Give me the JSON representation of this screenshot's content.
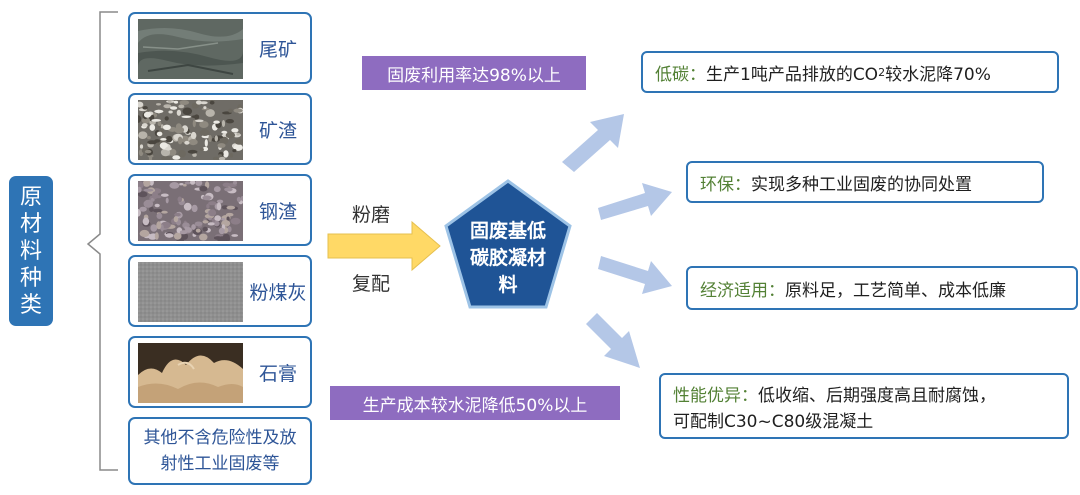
{
  "left_label": "原材料种类",
  "materials": [
    {
      "name": "尾矿",
      "photo": "tailings-photo"
    },
    {
      "name": "矿渣",
      "photo": "slag-photo"
    },
    {
      "name": "钢渣",
      "photo": "steel-slag-photo"
    },
    {
      "name": "粉煤灰",
      "photo": "fly-ash-photo"
    },
    {
      "name": "石膏",
      "photo": "gypsum-photo"
    }
  ],
  "other_materials": "其他不含危险性及放射性工业固废等",
  "process": {
    "top": "粉磨",
    "bottom": "复配"
  },
  "highlights": {
    "utilization": "固废利用率达98%以上",
    "cost": "生产成本较水泥降低50%以上"
  },
  "center": "固废基低碳胶凝材料",
  "results": {
    "low_carbon": {
      "key": "低碳：",
      "text_before": "生产1吨产品排放的CO",
      "sub": "2",
      "text_after": "较水泥降70%"
    },
    "eco": {
      "key": "环保：",
      "text": "实现多种工业固废的协同处置"
    },
    "economic": {
      "key": "经济适用：",
      "text": "原料足，工艺简单、成本低廉"
    },
    "performance": {
      "key": "性能优异：",
      "text_line1": "低收缩、后期强度高且耐腐蚀，",
      "text_line2": "可配制C30~C80级混凝土"
    }
  },
  "colors": {
    "blue": "#2e74b5",
    "purple": "#8e6cc0",
    "green": "#538135",
    "arrow_blue": "#b4c7e7",
    "arrow_yellow": "#ffd966"
  }
}
